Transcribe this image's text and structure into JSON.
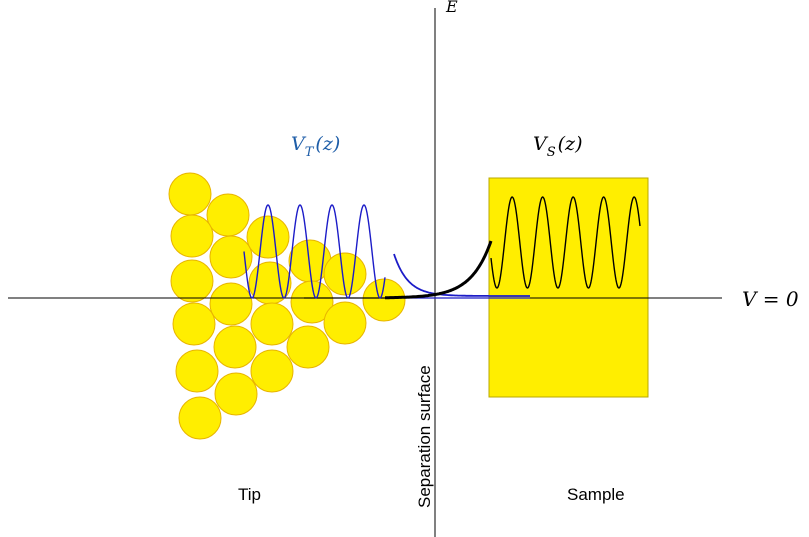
{
  "axes": {
    "y_label": "E",
    "x_label": "V = 0"
  },
  "labels": {
    "tip_potential": {
      "main": "V",
      "sub": "T",
      "arg": "(z)"
    },
    "sample_potential": {
      "main": "V",
      "sub": "S",
      "arg": "(z)"
    },
    "separation": "Separation surface",
    "tip": "Tip",
    "sample": "Sample"
  },
  "colors": {
    "atom_fill": "#ffee00",
    "atom_stroke": "#e8b400",
    "sample_fill": "#ffee00",
    "tip_wave": "#1c1cc8",
    "tip_label": "#1f5ea8",
    "sample_wave": "#000000",
    "axis": "#000000"
  }
}
